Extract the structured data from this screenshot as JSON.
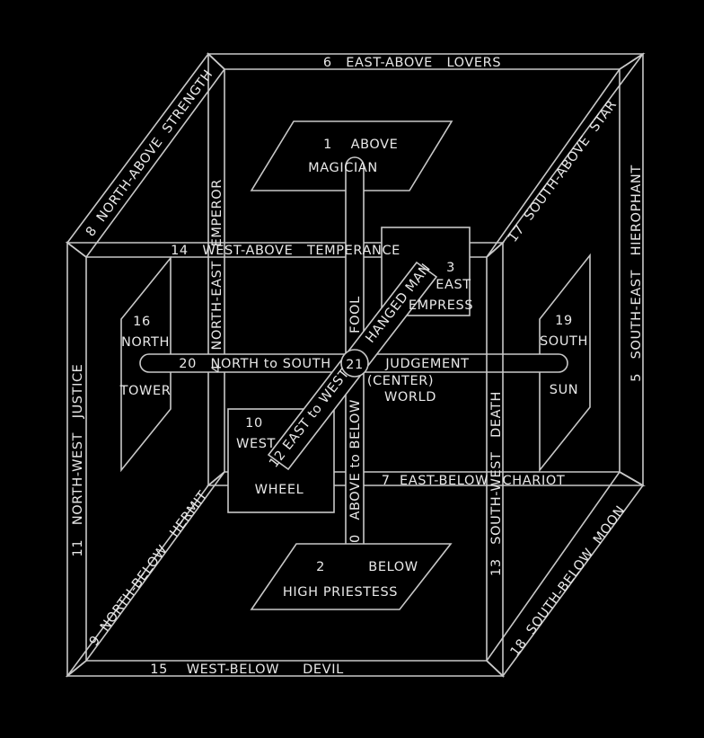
{
  "colors": {
    "background": "#000000",
    "line": "#c8c8c8",
    "text": "#e8e8e8"
  },
  "edges": {
    "top_back": "6   EAST-ABOVE   LOVERS",
    "top_left": "8  NORTH-ABOVE  STRENGTH",
    "top_right": "17  SOUTH-ABOVE  STAR",
    "top_front": "14   WEST-ABOVE   TEMPERANCE",
    "back_left_vertical": "4   NORTH-EAST   EMPEROR",
    "back_right_vertical": "5   SOUTH-EAST   HIEROPHANT",
    "front_left_vertical": "11   NORTH-WEST   JUSTICE",
    "front_right_vertical": "13   SOUTH-WEST   DEATH",
    "bottom_back": "7  EAST-BELOW   CHARIOT",
    "bottom_left": "9  NORTH-BELOW   HERMIT",
    "bottom_right": "18  SOUTH-BELOW  MOON",
    "bottom_front": "15    WEST-BELOW     DEVIL"
  },
  "axes": {
    "north_south": "20   NORTH to SOUTH",
    "above_below": "0   ABOVE to BELOW",
    "fool": "FOOL",
    "east_west": "12 EAST to WEST",
    "hanged_man": "HANGED MAN",
    "judgement": "JUDGEMENT"
  },
  "center": {
    "number": "21",
    "label": "(CENTER)",
    "name": "WORLD"
  },
  "faces": {
    "above": {
      "number": "1",
      "direction": "ABOVE",
      "name": "MAGICIAN"
    },
    "below": {
      "number": "2",
      "direction": "BELOW",
      "name": "HIGH PRIESTESS"
    },
    "east": {
      "number": "3",
      "direction": "EAST",
      "name": "EMPRESS"
    },
    "west": {
      "number": "10",
      "direction": "WEST",
      "name": "WHEEL"
    },
    "north": {
      "number": "16",
      "direction": "NORTH",
      "name": "TOWER"
    },
    "south": {
      "number": "19",
      "direction": "SOUTH",
      "name": "SUN"
    }
  }
}
